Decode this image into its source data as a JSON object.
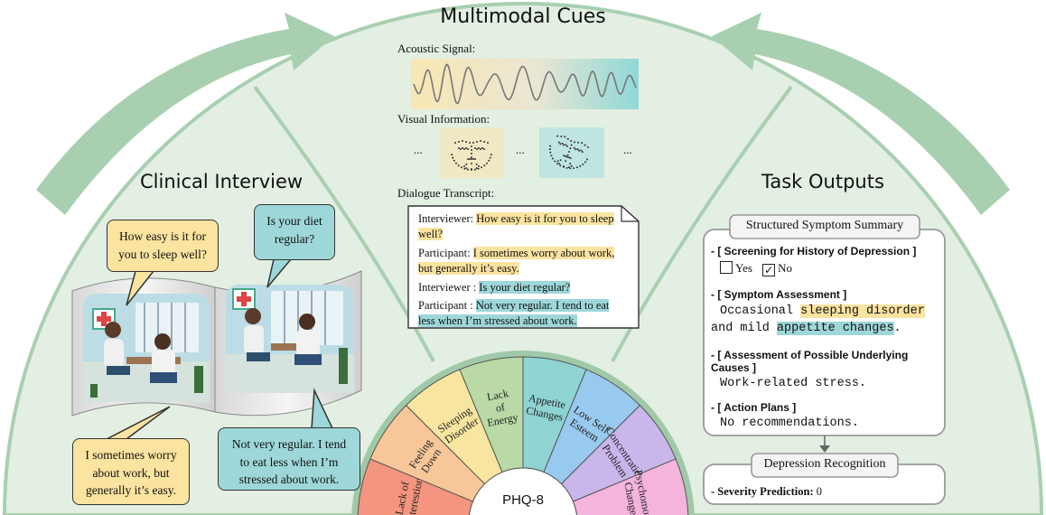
{
  "titles": {
    "multimodal": "Multimodal Cues",
    "clinical": "Clinical Interview",
    "task": "Task Outputs"
  },
  "cues": {
    "acoustic_label": "Acoustic Signal:",
    "visual_label": "Visual Information:",
    "ellipsis": "...",
    "dialogue_label": "Dialogue Transcript:"
  },
  "transcript": [
    {
      "speaker": "Interviewer: ",
      "text": "How easy is it for you to sleep well?",
      "color": "#fbe3a0"
    },
    {
      "speaker": "Participant: ",
      "text": "I sometimes worry about work, but generally it’s easy.",
      "color": "#fbe3a0"
    },
    {
      "speaker": "Interviewer : ",
      "text": "Is your diet regular?",
      "color": "#9ed7d9"
    },
    {
      "speaker": "Participant : ",
      "text": "Not very regular. I tend to eat less when I’m stressed about work.",
      "color": "#9ed7d9"
    }
  ],
  "bubbles": {
    "q1": "How easy is it for you to sleep well?",
    "q2": "Is your diet regular?",
    "a1": "I sometimes worry about work, but generally it’s easy.",
    "a2": "Not very regular. I tend to eat less when I’m stressed about work."
  },
  "summary": {
    "title": "Structured Symptom Summary",
    "screening_head": "- [ Screening for History of Depression ]",
    "yes": "Yes",
    "no": "No",
    "check": "✓",
    "symptom_head": "- [ Symptom Assessment ]",
    "symptom_pre": "Occasional ",
    "symptom_hl1": "sleeping disorder",
    "symptom_mid": "and mild ",
    "symptom_hl2": "appetite changes",
    "symptom_end": ".",
    "causes_head": "- [ Assessment of Possible Underlying Causes ]",
    "causes_text": "Work-related stress.",
    "plans_head": "- [ Action Plans ]",
    "plans_text": "No recommendations."
  },
  "recognition": {
    "title": "Depression Recognition",
    "severity_label": "- Severity Prediction:",
    "severity_value": "0"
  },
  "phq": {
    "center": "PHQ-8",
    "segments": [
      {
        "lines": [
          "Lack of",
          "Interestion"
        ],
        "color": "#f4957f"
      },
      {
        "lines": [
          "Feeling",
          "Down"
        ],
        "color": "#f7c79a"
      },
      {
        "lines": [
          "Sleeping",
          "Disorder"
        ],
        "color": "#f8e6a0"
      },
      {
        "lines": [
          "Lack",
          "of",
          "Energy"
        ],
        "color": "#b9d9a6"
      },
      {
        "lines": [
          "Appetite",
          "Changes"
        ],
        "color": "#8fd3d3"
      },
      {
        "lines": [
          "Low Self",
          "Esteem"
        ],
        "color": "#98c9ee"
      },
      {
        "lines": [
          "Concentration",
          "Problem"
        ],
        "color": "#c9b7ec"
      },
      {
        "lines": [
          "Psychomotor",
          "Changes"
        ],
        "color": "#f4b4dc"
      }
    ]
  }
}
